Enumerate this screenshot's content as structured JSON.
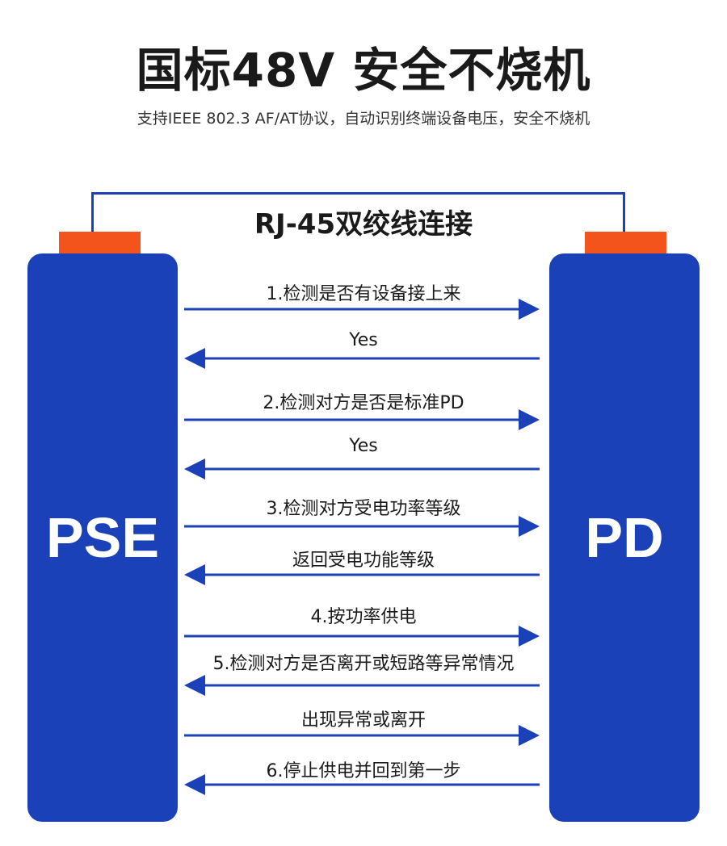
{
  "header": {
    "title": "国标48V 安全不烧机",
    "subtitle": "支持IEEE 802.3 AF/AT协议，自动识别终端设备电压，安全不烧机"
  },
  "cable": {
    "label": "RJ-45双绞线连接"
  },
  "devices": {
    "left": "PSE",
    "right": "PD"
  },
  "colors": {
    "device": "#1a41b8",
    "connector": "#f2541b",
    "arrow": "#1a41b8"
  },
  "steps": [
    {
      "label": "1.检测是否有设备接上来",
      "direction": "right"
    },
    {
      "label": "Yes",
      "direction": "left"
    },
    {
      "label": "2.检测对方是否是标准PD",
      "direction": "right"
    },
    {
      "label": "Yes",
      "direction": "left"
    },
    {
      "label": "3.检测对方受电功率等级",
      "direction": "right"
    },
    {
      "label": "返回受电功能等级",
      "direction": "left"
    },
    {
      "label": "4.按功率供电",
      "direction": "right"
    },
    {
      "label": "5.检测对方是否离开或短路等异常情况",
      "direction": "left"
    },
    {
      "label": "出现异常或离开",
      "direction": "right"
    },
    {
      "label": "6.停止供电并回到第一步",
      "direction": "left"
    }
  ]
}
